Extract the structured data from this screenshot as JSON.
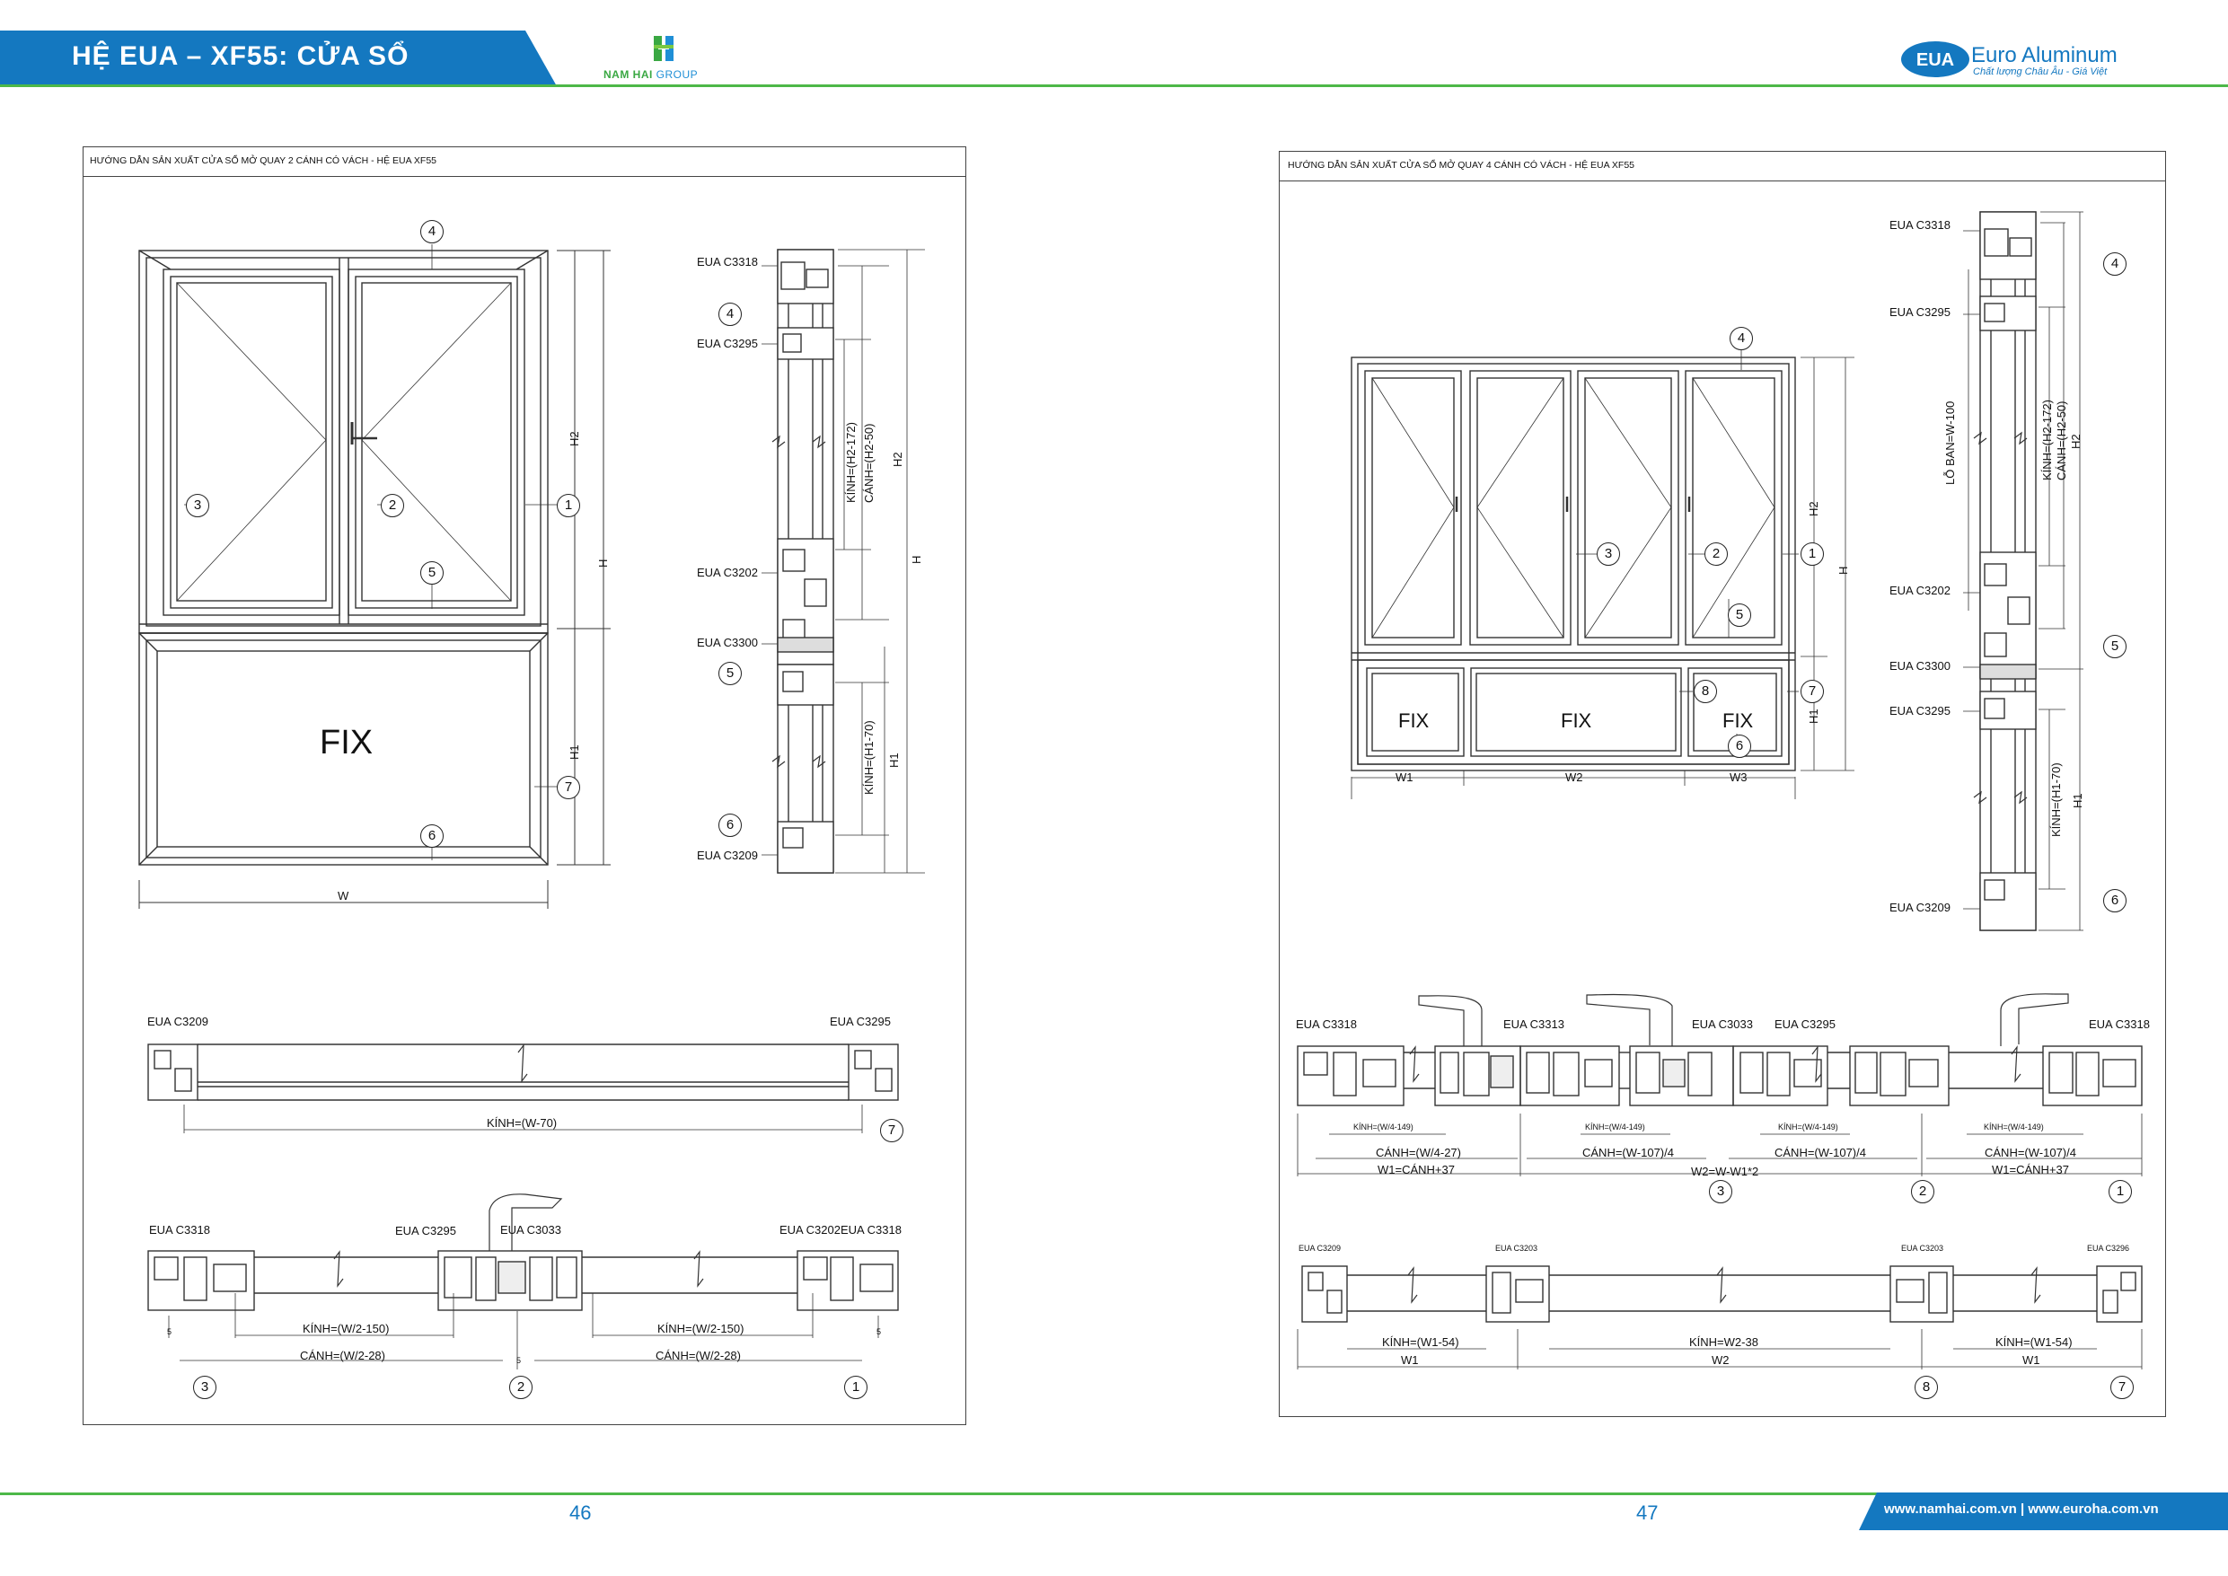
{
  "header": {
    "title": "HỆ EUA – XF55: CỬA SỔ",
    "group_logo_main": "NAM HAI",
    "group_logo_sub": "GROUP",
    "brand_badge": "EUA",
    "brand_name": "Euro Aluminum",
    "brand_tagline": "Chất lượng Châu Âu - Giá Việt"
  },
  "left_panel": {
    "title": "HƯỚNG DẪN SẢN XUẤT CỬA SỔ MỞ QUAY 2 CÁNH CÓ VÁCH - HỆ EUA XF55",
    "fix_label": "FIX",
    "callouts": [
      "1",
      "2",
      "3",
      "4",
      "5",
      "6",
      "7"
    ],
    "dims": {
      "w": "W",
      "h": "H",
      "h1": "H1",
      "h2": "H2"
    },
    "section_labels": {
      "top": "EUA C3318",
      "sash_top": "EUA C3295",
      "sash_bottom": "EUA C3202",
      "mullion": "EUA C3300",
      "bottom": "EUA C3209"
    },
    "section_dims": {
      "glass_h2": "KÍNH=(H2-172)",
      "sash_h2": "CÁNH=(H2-50)",
      "glass_h1": "KÍNH=(H1-70)",
      "h2": "H2",
      "h": "H",
      "h1": "H1"
    },
    "fix_plan": {
      "left": "EUA C3209",
      "right": "EUA C3295",
      "glass": "KÍNH=(W-70)",
      "callout": "7"
    },
    "sash_plan": {
      "l1": "EUA C3318",
      "l2": "EUA C3295",
      "l3": "EUA C3033",
      "l4": "EUA C3202",
      "l5": "EUA C3318",
      "glass_l": "KÍNH=(W/2-150)",
      "sash_l": "CÁNH=(W/2-28)",
      "glass_r": "KÍNH=(W/2-150)",
      "sash_r": "CÁNH=(W/2-28)",
      "five": "5",
      "callouts": [
        "3",
        "2",
        "1"
      ]
    }
  },
  "right_panel": {
    "title": "HƯỚNG DẪN SẢN XUẤT CỬA SỔ MỞ QUAY 4 CÁNH CÓ VÁCH - HỆ EUA XF55",
    "fix_labels": [
      "FIX",
      "FIX",
      "FIX"
    ],
    "callouts": [
      "1",
      "2",
      "3",
      "4",
      "5",
      "6",
      "7",
      "8"
    ],
    "dims": {
      "w1": "W1",
      "w2": "W2",
      "w3": "W3",
      "h": "H",
      "h1": "H1",
      "h2": "H2"
    },
    "section_labels": {
      "top": "EUA C3318",
      "sash_top": "EUA C3295",
      "sash_bottom": "EUA C3202",
      "mullion": "EUA C3300",
      "fix_top": "EUA C3295",
      "bottom": "EUA C3209"
    },
    "section_dims": {
      "lo_ban": "LỖ BAN=W-100",
      "glass_h2": "KÍNH=(H2-172)",
      "sash_h2": "CÁNH=(H2-50)",
      "h2": "H2",
      "glass_h1": "KÍNH=(H1-70)",
      "h1": "H1"
    },
    "sash_plan": {
      "l1": "EUA C3318",
      "l2": "EUA C3313",
      "l3": "EUA C3033",
      "l4": "EUA C3295",
      "l5": "EUA C3318",
      "glass_a": "KÍNH=(W/4-149)",
      "glass_b": "KÍNH=(W/4-149)",
      "glass_c": "KÍNH=(W/4-149)",
      "glass_d": "KÍNH=(W/4-149)",
      "sash_a": "CÁNH=(W/4-27)",
      "sash_b": "CÁNH=(W-107)/4",
      "sash_c": "CÁNH=(W-107)/4",
      "sash_d": "CÁNH=(W-107)/4",
      "w1_left": "W1=CÁNH+37",
      "w2": "W2=W-W1*2",
      "w1_right": "W1=CÁNH+37",
      "callouts": [
        "3",
        "2",
        "1"
      ]
    },
    "fix_plan": {
      "l1": "EUA C3209",
      "l2": "EUA C3203",
      "l3": "EUA C3203",
      "l4": "EUA C3296",
      "glass_a": "KÍNH=(W1-54)",
      "glass_b": "KÍNH=W2-38",
      "glass_c": "KÍNH=(W1-54)",
      "w1_l": "W1",
      "w2": "W2",
      "w1_r": "W1",
      "callouts": [
        "8",
        "7"
      ]
    }
  },
  "footer": {
    "page_left": "46",
    "page_right": "47",
    "url": "www.namhai.com.vn | www.euroha.com.vn"
  },
  "colors": {
    "brand_blue": "#1478c0",
    "brand_green": "#4db848",
    "line": "#333333"
  }
}
